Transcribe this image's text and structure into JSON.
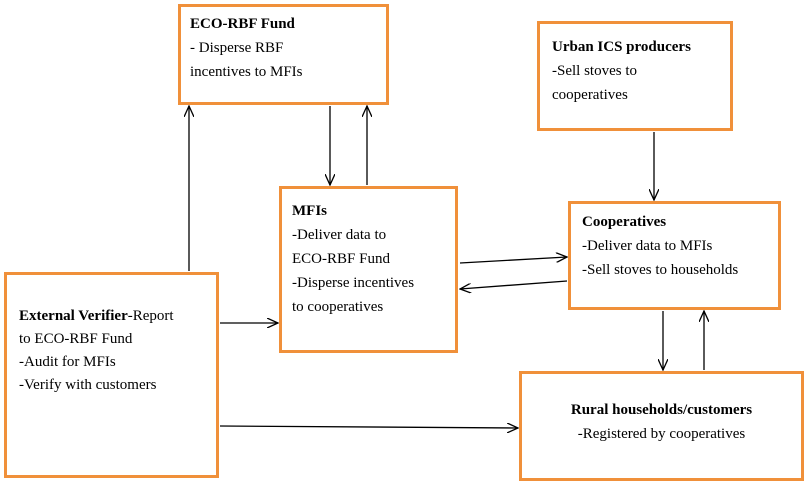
{
  "colors": {
    "box_border": "#f0903a",
    "arrow": "#000000",
    "background": "#ffffff"
  },
  "nodes": {
    "eco_rbf": {
      "title": "ECO-RBF Fund",
      "lines": [
        "- Disperse RBF",
        "incentives to MFIs"
      ]
    },
    "urban_ics": {
      "title": "Urban ICS producers",
      "lines": [
        "-Sell stoves to",
        "cooperatives"
      ]
    },
    "mfis": {
      "title": "MFIs",
      "lines": [
        "-Deliver data to",
        "ECO-RBF Fund",
        "-Disperse incentives",
        "to cooperatives"
      ]
    },
    "cooperatives": {
      "title": "Cooperatives",
      "lines": [
        "-Deliver data to MFIs",
        "-Sell stoves to households"
      ]
    },
    "verifier": {
      "title": "External Verifier",
      "title_rest": "-Report",
      "lines": [
        "to ECO-RBF Fund",
        "-Audit for MFIs",
        "-Verify with customers"
      ]
    },
    "rural": {
      "title": "Rural households/customers",
      "lines": [
        "-Registered by cooperatives"
      ]
    }
  },
  "edges": [
    {
      "from": "eco_rbf",
      "to": "mfis"
    },
    {
      "from": "mfis",
      "to": "eco_rbf"
    },
    {
      "from": "verifier",
      "to": "eco_rbf"
    },
    {
      "from": "urban_ics",
      "to": "cooperatives"
    },
    {
      "from": "mfis",
      "to": "cooperatives"
    },
    {
      "from": "cooperatives",
      "to": "mfis"
    },
    {
      "from": "verifier",
      "to": "mfis"
    },
    {
      "from": "cooperatives",
      "to": "rural"
    },
    {
      "from": "rural",
      "to": "cooperatives"
    },
    {
      "from": "verifier",
      "to": "rural"
    }
  ]
}
